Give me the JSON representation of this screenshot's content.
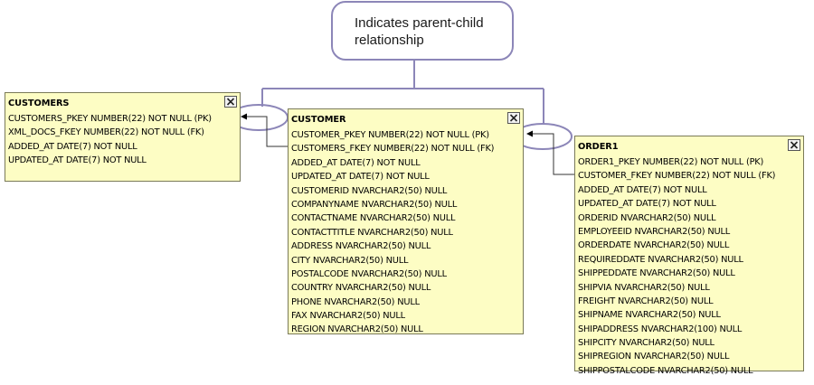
{
  "callout": {
    "line1": "Indicates parent-child",
    "line2": "relationship"
  },
  "tables": [
    {
      "name": "CUSTOMERS",
      "columns": [
        "CUSTOMERS_PKEY  NUMBER(22) NOT NULL (PK)",
        "XML_DOCS_FKEY  NUMBER(22) NOT NULL (FK)",
        "ADDED_AT  DATE(7) NOT NULL",
        "UPDATED_AT  DATE(7) NOT NULL"
      ]
    },
    {
      "name": "CUSTOMER",
      "columns": [
        "CUSTOMER_PKEY  NUMBER(22) NOT NULL (PK)",
        "CUSTOMERS_FKEY  NUMBER(22) NOT NULL (FK)",
        "ADDED_AT  DATE(7) NOT NULL",
        "UPDATED_AT  DATE(7) NOT NULL",
        "CUSTOMERID  NVARCHAR2(50) NULL",
        "COMPANYNAME  NVARCHAR2(50) NULL",
        "CONTACTNAME  NVARCHAR2(50) NULL",
        "CONTACTTITLE  NVARCHAR2(50) NULL",
        "ADDRESS  NVARCHAR2(50) NULL",
        "CITY  NVARCHAR2(50) NULL",
        "POSTALCODE  NVARCHAR2(50) NULL",
        "COUNTRY  NVARCHAR2(50) NULL",
        "PHONE  NVARCHAR2(50) NULL",
        "FAX  NVARCHAR2(50) NULL",
        "REGION  NVARCHAR2(50) NULL"
      ]
    },
    {
      "name": "ORDER1",
      "columns": [
        "ORDER1_PKEY  NUMBER(22) NOT NULL (PK)",
        "CUSTOMER_FKEY  NUMBER(22) NOT NULL (FK)",
        "ADDED_AT  DATE(7) NOT NULL",
        "UPDATED_AT  DATE(7) NOT NULL",
        "ORDERID  NVARCHAR2(50) NULL",
        "EMPLOYEEID  NVARCHAR2(50) NULL",
        "ORDERDATE  NVARCHAR2(50) NULL",
        "REQUIREDDATE  NVARCHAR2(50) NULL",
        "SHIPPEDDATE  NVARCHAR2(50) NULL",
        "SHIPVIA  NVARCHAR2(50) NULL",
        "FREIGHT  NVARCHAR2(50) NULL",
        "SHIPNAME  NVARCHAR2(50) NULL",
        "SHIPADDRESS  NVARCHAR2(100) NULL",
        "SHIPCITY  NVARCHAR2(50) NULL",
        "SHIPREGION  NVARCHAR2(50) NULL",
        "SHIPPOSTALCODE  NVARCHAR2(50) NULL"
      ]
    }
  ],
  "close_icon": "close-icon",
  "colors": {
    "table_fill": "#fdfdc4",
    "callout_border": "#8c86b8"
  }
}
